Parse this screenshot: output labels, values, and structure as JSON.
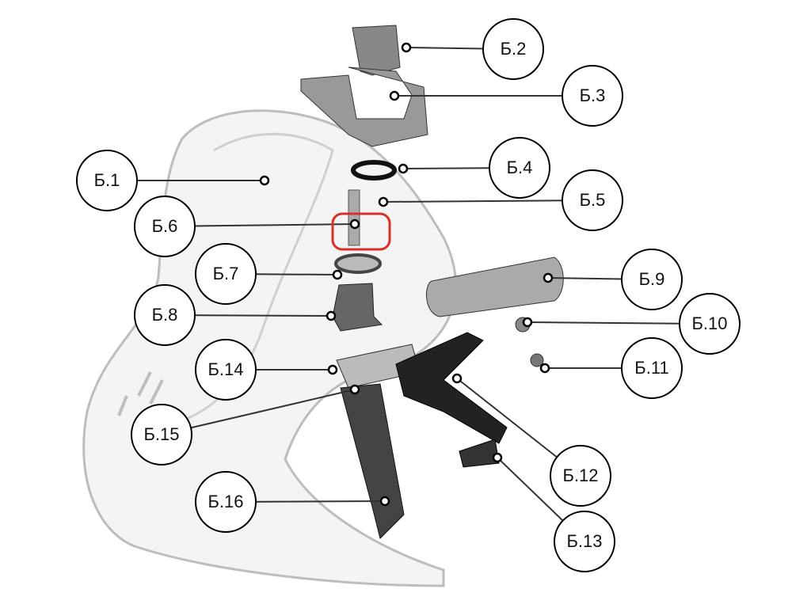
{
  "diagram": {
    "highlight_color": "#d9302a",
    "highlighted_label": "Б.6",
    "callouts": [
      {
        "id": "b1",
        "label": "Б.1"
      },
      {
        "id": "b2",
        "label": "Б.2"
      },
      {
        "id": "b3",
        "label": "Б.3"
      },
      {
        "id": "b4",
        "label": "Б.4"
      },
      {
        "id": "b5",
        "label": "Б.5"
      },
      {
        "id": "b6",
        "label": "Б.6"
      },
      {
        "id": "b7",
        "label": "Б.7"
      },
      {
        "id": "b8",
        "label": "Б.8"
      },
      {
        "id": "b9",
        "label": "Б.9"
      },
      {
        "id": "b10",
        "label": "Б.10"
      },
      {
        "id": "b11",
        "label": "Б.11"
      },
      {
        "id": "b12",
        "label": "Б.12"
      },
      {
        "id": "b13",
        "label": "Б.13"
      },
      {
        "id": "b14",
        "label": "Б.14"
      },
      {
        "id": "b15",
        "label": "Б.15"
      },
      {
        "id": "b16",
        "label": "Б.16"
      }
    ]
  }
}
